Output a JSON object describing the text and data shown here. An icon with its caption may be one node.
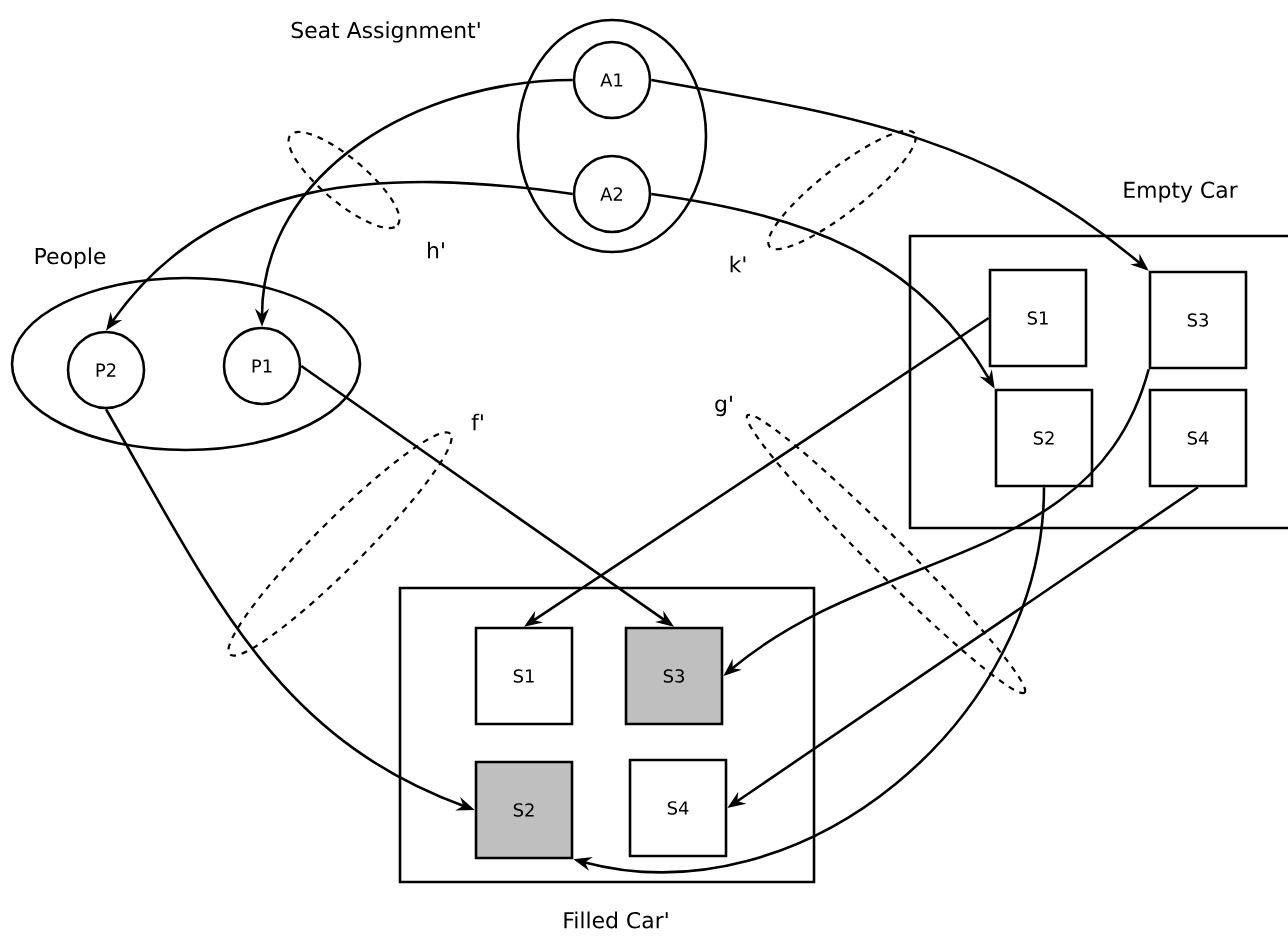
{
  "diagram": {
    "nodes": [
      {
        "text": [
          "Seat Assignment'"
        ]
      },
      {
        "text": [
          "A1"
        ],
        "in": 0
      },
      {
        "text": [
          "A2"
        ],
        "in": 0
      },
      {
        "text": [
          "People"
        ]
      },
      {
        "text": [
          "P2"
        ],
        "in": 3
      },
      {
        "text": [
          "P1"
        ],
        "in": 3
      },
      {
        "text": [
          "Empty Car"
        ]
      },
      {
        "text": [
          "S1"
        ],
        "in": 6
      },
      {
        "text": [
          "S3"
        ],
        "in": 6
      },
      {
        "text": [
          "S2"
        ],
        "in": 6
      },
      {
        "text": [
          "S4"
        ],
        "in": 6
      },
      {
        "text": [
          "Filled Car'"
        ]
      },
      {
        "text": [
          "S1"
        ],
        "in": 11
      },
      {
        "text": [
          "S3"
        ],
        "in": 11
      },
      {
        "text": [
          "S2"
        ],
        "in": 11
      },
      {
        "text": [
          "S4"
        ],
        "in": 11
      }
    ],
    "edges": [
      {
        "from": 1,
        "to": 5,
        "arrow": "to"
      },
      {
        "from": 1,
        "to": 8,
        "arrow": "to"
      },
      {
        "from": 2,
        "to": 4,
        "arrow": "to"
      },
      {
        "from": 2,
        "to": 9,
        "arrow": "to"
      },
      {
        "from": 4,
        "to": 14,
        "arrow": "to"
      },
      {
        "from": 5,
        "to": 13,
        "arrow": "to"
      },
      {
        "from": 7,
        "to": 12,
        "arrow": "to"
      },
      {
        "from": 8,
        "to": 13,
        "arrow": "to"
      },
      {
        "from": 9,
        "to": 14,
        "arrow": "to"
      },
      {
        "from": 10,
        "to": 15,
        "arrow": "to"
      }
    ],
    "labels": [
      "h'",
      "k'",
      "g'",
      "f'"
    ]
  }
}
